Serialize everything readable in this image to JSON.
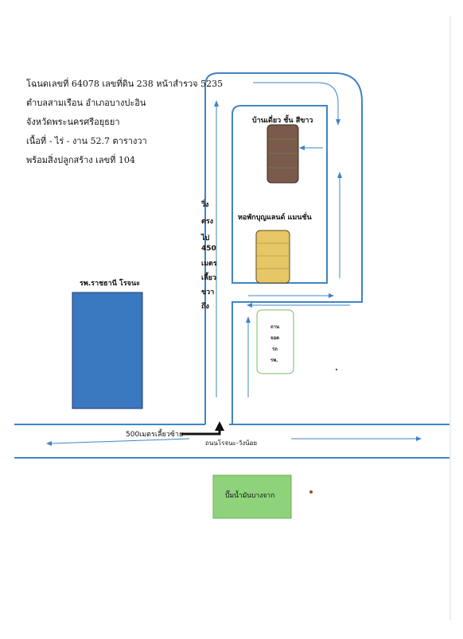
{
  "deed": {
    "line1": "โฉนดเลขที่ 64078 เลขที่ดิน 238 หน้าสำรวจ 5235",
    "line2": "ตำบลสามเรือน อำเภอบางปะอิน",
    "line3": "จังหวัดพระนครศรีอยุธยา",
    "line4": "เนื้อที่ - ไร่ - งาน 52.7 ตารางวา",
    "line5": "พร้อมสิ่งปลูกสร้าง เลขที่ 104"
  },
  "places": {
    "hospital": "รพ.ราชธานี โรจนะ",
    "house": "บ้านเดี่ยว ชั้น สีขาว",
    "dorm": "หอพักบุญแลนด์ แมนชั่น",
    "gas_station": "ปั๊มน้ำมันบางจาก"
  },
  "directions": {
    "lines": [
      "วิ่ง",
      "ตรง",
      "ไป",
      "450",
      "เมตร",
      "เลี้ยว",
      "ขวา",
      "ถึง"
    ],
    "turn_left": "500เมตรเลี้ยวซ้าย",
    "main_road": "ถนนโรจนะ-วังน้อย"
  },
  "lot": {
    "lines": [
      "ถาน",
      "จอด",
      "รถ",
      "รพ."
    ]
  },
  "colors": {
    "road": "#3f84c4",
    "hospital": "#3a78c0",
    "house": "#7a5a4a",
    "dorm": "#e6c766",
    "gas_station": "#8ed37a",
    "lot_border": "#7ab86a"
  }
}
